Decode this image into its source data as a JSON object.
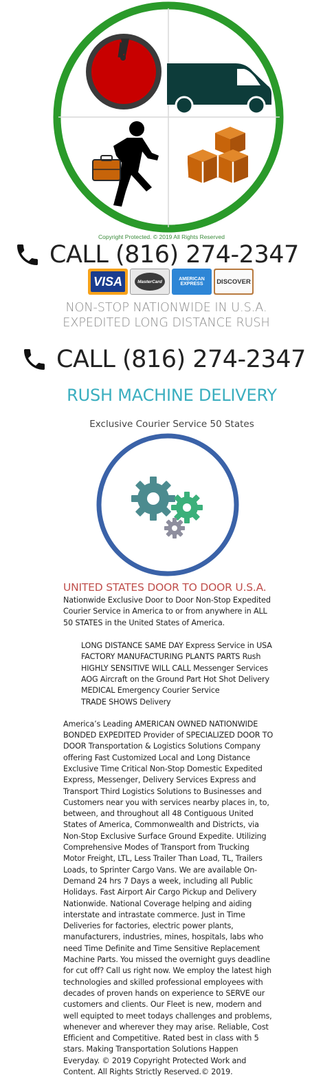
{
  "logo": {
    "copyright": "Copyright Protected. © 2019 All Rights Reserved",
    "colors": {
      "ring": "#2a9a2a",
      "clock": "#c80000",
      "van": "#0d3c3a",
      "boxes": "#c7640a",
      "figure": "#000000"
    },
    "icons": [
      "clock-icon",
      "van-icon",
      "runner-with-briefcase-icon",
      "boxes-icon"
    ]
  },
  "call1": {
    "text": "CALL (816) 274-2347"
  },
  "cards": {
    "visa": "VISA",
    "mastercard": "MasterCard",
    "amex_line1": "AMERICAN",
    "amex_line2": "EXPRESS",
    "discover": "DISCOVER"
  },
  "nonstop": {
    "line1": "NON-STOP NATIONWIDE IN U.S.A.",
    "line2": "EXPEDITED LONG DISTANCE RUSH"
  },
  "call2": {
    "text": "CALL (816) 274-2347"
  },
  "brand": {
    "title": "RUSH MACHINE DELIVERY",
    "tagline": "Exclusive Courier Service 50 States"
  },
  "gears": {
    "ring_color": "#3a62a8",
    "icon": "gears-icon"
  },
  "section": {
    "headline": "UNITED STATES DOOR TO DOOR U.S.A.",
    "intro_lines": [
      "Nationwide Exclusive Door to Door Non-Stop Expedited",
      "Courier Service in America to or from anywhere in ALL",
      "50 STATES in the United States of America."
    ],
    "services": [
      "LONG DISTANCE SAME DAY Express Service in USA",
      "FACTORY MANUFACTURING PLANTS PARTS Rush",
      "HIGHLY SENSITIVE WILL CALL Messenger Services",
      "AOG Aircraft on the Ground Part Hot Shot Delivery",
      "MEDICAL Emergency Courier Service",
      "TRADE SHOWS Delivery"
    ],
    "body_lines": [
      "America’s Leading AMERICAN OWNED NATIONWIDE",
      "BONDED EXPEDITED Provider of SPECIALIZED DOOR TO",
      "DOOR Transportation & Logistics Solutions Company",
      "offering Fast Customized Local and Long Distance",
      "Exclusive Time Critical Non-Stop Domestic Expedited",
      "Express, Messenger, Delivery Services Express and",
      "Transport Third Logistics Solutions to Businesses and",
      "Customers near you with services nearby places in, to,",
      "between, and throughout all 48 Contiguous United",
      "States of America, Commonwealth and Districts, via",
      "Non-Stop Exclusive Surface Ground  Expedite. Utilizing",
      "Comprehensive Modes of Transport from Trucking",
      "Motor Freight, LTL, Less Trailer Than Load, TL, Trailers",
      "Loads, to Sprinter Cargo Vans. We are available On-",
      "Demand 24 hrs 7 Days a week, including all Public",
      "Holidays. Fast Airport Air Cargo Pickup and Delivery",
      "Nationwide. National Coverage helping and aiding",
      "interstate and intrastate commerce. Just in Time",
      "Deliveries for factories, electric power plants,",
      "manufacturers, industries, mines, hospitals, labs who",
      "need  Time Definite and Time Sensitive Replacement",
      "Machine Parts. You missed the overnight guys deadline",
      "for cut off? Call us right now. We employ the latest high",
      "technologies and skilled professional employees with",
      "decades of proven hands on experience to SERVE our",
      "customers and clients. Our Fleet is new, modern and",
      "well equipted to meet todays challenges and problems,",
      "whenever and wherever they may arise. Reliable, Cost",
      "Efficient and Competitive. Rated best in class with 5",
      "stars. Making Transportation Solutions Happen",
      "Everyday. © 2019 Copyright Protected Work and",
      "Content. All Rights Strictly Reserved.© 2019."
    ]
  }
}
